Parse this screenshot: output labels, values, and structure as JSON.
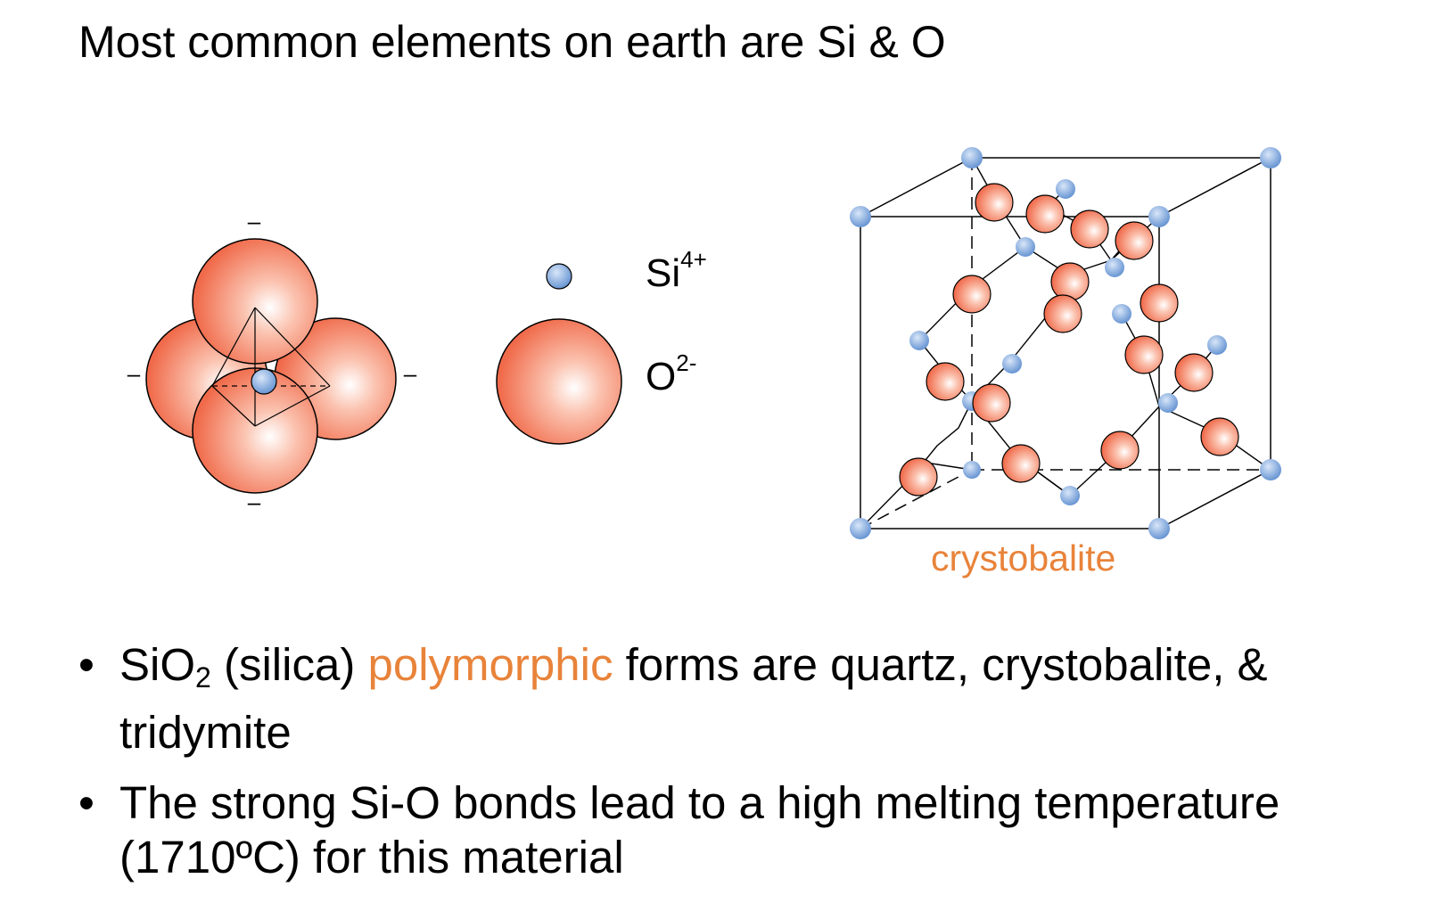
{
  "title": "Most common elements on earth are Si & O",
  "legend": {
    "si_label": "Si",
    "si_charge": "4+",
    "o_label": "O",
    "o_charge": "2-"
  },
  "tetrahedron": {
    "charge_marks": [
      "–",
      "–",
      "–",
      "–"
    ]
  },
  "crystal": {
    "label": "crystobalite"
  },
  "bullets": [
    {
      "bullet": "•",
      "pre": "SiO",
      "sub": "2",
      "mid": " (silica) ",
      "highlight": "polymorphic",
      "post": " forms are quartz, crystobalite, & tridymite"
    },
    {
      "bullet": "•",
      "text": "The strong Si-O bonds lead to a high melting temperature (1710ºC) for this material"
    }
  ],
  "colors": {
    "oxygen": "#f47a5c",
    "silicon": "#6b9bd8",
    "accent": "#e8833a"
  }
}
